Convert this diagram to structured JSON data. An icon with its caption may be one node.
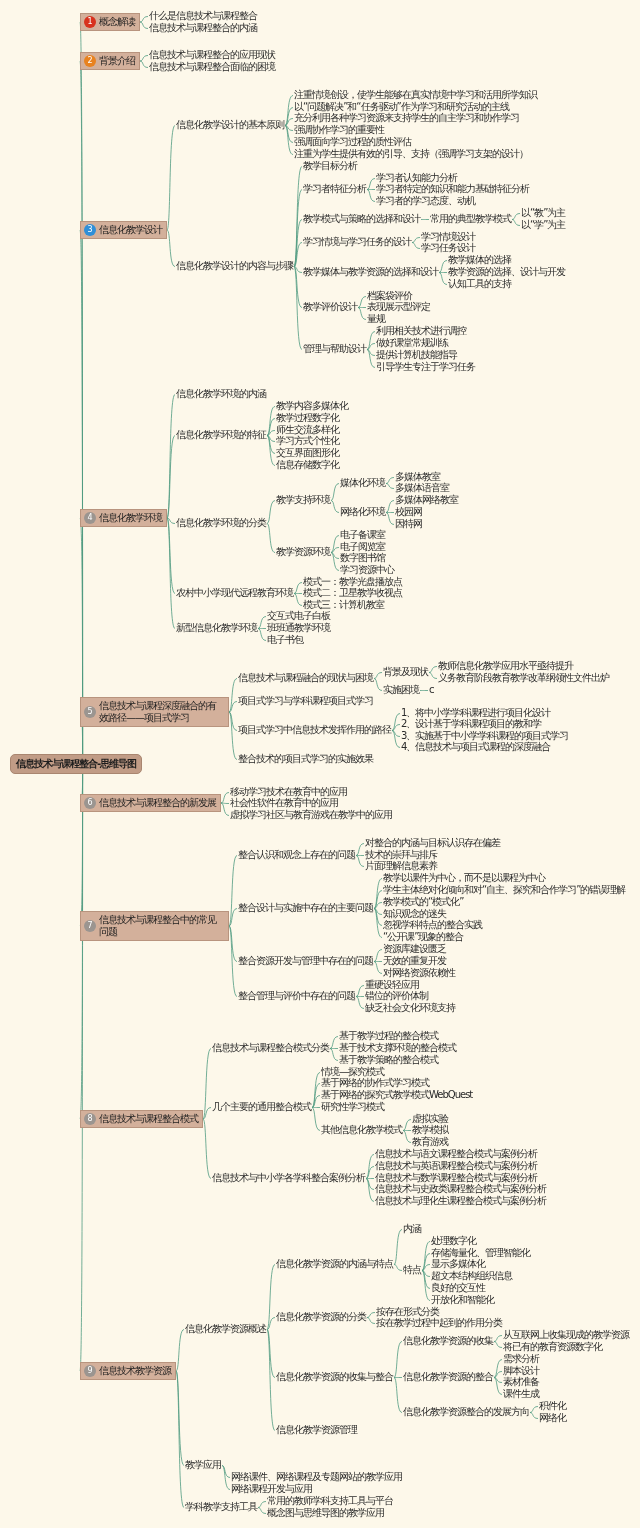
{
  "diagram": {
    "nodes": [
      {
        "text": [
          "信息技术与课程整合-思维导图"
        ]
      },
      {
        "text": [
          "1",
          "概念解读"
        ]
      },
      {
        "text": [
          "什么是信息技术与课程整合"
        ]
      },
      {
        "text": [
          "信息技术与课程整合的内涵"
        ]
      },
      {
        "text": [
          "2",
          "背景介绍"
        ]
      },
      {
        "text": [
          "信息技术与课程整合的应用现状"
        ]
      },
      {
        "text": [
          "信息技术与课程整合面临的困境"
        ]
      },
      {
        "text": [
          "3",
          "信息化教学设计"
        ]
      },
      {
        "text": [
          "信息化教学设计的基本原则"
        ]
      },
      {
        "text": [
          "注重情境创设，使学生能够在真实情境中学习和活用所学知识"
        ]
      },
      {
        "text": [
          "以“问题解决”和“任务驱动”作为学习和研究活动的主线"
        ]
      },
      {
        "text": [
          "充分利用各种学习资源来支持学生的自主学习和协作学习"
        ]
      },
      {
        "text": [
          "强调协作学习的重要性"
        ]
      },
      {
        "text": [
          "强调面向学习过程的质性评估"
        ]
      },
      {
        "text": [
          "注重为学生提供有效的引导、支持（强调学习支架的设计）"
        ]
      },
      {
        "text": [
          "信息化教学设计的内容与步骤"
        ]
      },
      {
        "text": [
          "教学目标分析"
        ]
      },
      {
        "text": [
          "学习者特征分析"
        ]
      },
      {
        "text": [
          "学习者认知能力分析"
        ]
      },
      {
        "text": [
          "学习者特定的知识和能力基础特征分析"
        ]
      },
      {
        "text": [
          "学习者的学习态度、动机"
        ]
      },
      {
        "text": [
          "教学模式与策略的选择和设计"
        ]
      },
      {
        "text": [
          "常用的典型教学模式"
        ]
      },
      {
        "text": [
          "以“教”为主"
        ]
      },
      {
        "text": [
          "以“学”为主"
        ]
      },
      {
        "text": [
          "学习情境与学习任务的设计"
        ]
      },
      {
        "text": [
          "学习情境设计"
        ]
      },
      {
        "text": [
          "学习任务设计"
        ]
      },
      {
        "text": [
          "教学媒体与教学资源的选择和设计"
        ]
      },
      {
        "text": [
          "教学媒体的选择"
        ]
      },
      {
        "text": [
          "教学资源的选择、设计与开发"
        ]
      },
      {
        "text": [
          "认知工具的支持"
        ]
      },
      {
        "text": [
          "教学评价设计"
        ]
      },
      {
        "text": [
          "档案袋评价"
        ]
      },
      {
        "text": [
          "表现展示型评定"
        ]
      },
      {
        "text": [
          "量规"
        ]
      },
      {
        "text": [
          "管理与帮助设计"
        ]
      },
      {
        "text": [
          "利用相关技术进行调控"
        ]
      },
      {
        "text": [
          "做好课堂常规训练"
        ]
      },
      {
        "text": [
          "提供计算机技能指导"
        ]
      },
      {
        "text": [
          "引导学生专注于学习任务"
        ]
      },
      {
        "text": [
          "4",
          "信息化教学环境"
        ]
      },
      {
        "text": [
          "信息化教学环境的内涵"
        ]
      },
      {
        "text": [
          "信息化教学环境的特征"
        ]
      },
      {
        "text": [
          "教学内容多媒体化"
        ]
      },
      {
        "text": [
          "教学过程数字化"
        ]
      },
      {
        "text": [
          "师生交流多样化"
        ]
      },
      {
        "text": [
          "学习方式个性化"
        ]
      },
      {
        "text": [
          "交互界面图形化"
        ]
      },
      {
        "text": [
          "信息存储数字化"
        ]
      },
      {
        "text": [
          "信息化教学环境的分类"
        ]
      },
      {
        "text": [
          "教学支持环境"
        ]
      },
      {
        "text": [
          "媒体化环境"
        ]
      },
      {
        "text": [
          "多媒体教室"
        ]
      },
      {
        "text": [
          "多媒体语音室"
        ]
      },
      {
        "text": [
          "网络化环境"
        ]
      },
      {
        "text": [
          "多媒体网络教室"
        ]
      },
      {
        "text": [
          "校园网"
        ]
      },
      {
        "text": [
          "因特网"
        ]
      },
      {
        "text": [
          "教学资源环境"
        ]
      },
      {
        "text": [
          "电子备课室"
        ]
      },
      {
        "text": [
          "电子阅览室"
        ]
      },
      {
        "text": [
          "数字图书馆"
        ]
      },
      {
        "text": [
          "学习资源中心"
        ]
      },
      {
        "text": [
          "农村中小学现代远程教育环境"
        ]
      },
      {
        "text": [
          "模式一：教学光盘播放点"
        ]
      },
      {
        "text": [
          "模式二：卫星教学收视点"
        ]
      },
      {
        "text": [
          "模式三：计算机教室"
        ]
      },
      {
        "text": [
          "新型信息化教学环境"
        ]
      },
      {
        "text": [
          "交互式电子白板"
        ]
      },
      {
        "text": [
          "班班通教学环境"
        ]
      },
      {
        "text": [
          "电子书包"
        ]
      },
      {
        "text": [
          "5",
          "信息技术与课程深度融合的有效路径——项目式学习"
        ]
      },
      {
        "text": [
          "信息技术与课程融合的现状与困境"
        ]
      },
      {
        "text": [
          "背景及现状"
        ]
      },
      {
        "text": [
          "教师信息化教学应用水平亟待提升"
        ]
      },
      {
        "text": [
          "义务教育阶段教育教学改革纲领性文件出炉"
        ]
      },
      {
        "text": [
          "实施困境"
        ]
      },
      {
        "text": [
          "c"
        ]
      },
      {
        "text": [
          "项目式学习与学科课程项目式学习"
        ]
      },
      {
        "text": [
          "项目式学习中信息技术发挥作用的路径"
        ]
      },
      {
        "text": [
          "1、将中小学学科课程进行项目化设计"
        ]
      },
      {
        "text": [
          "2、设计基于学科课程项目的教和学"
        ]
      },
      {
        "text": [
          "3、实施基于中小学学科课程的项目式学习"
        ]
      },
      {
        "text": [
          "4、信息技术与项目式课程的深度融合"
        ]
      },
      {
        "text": [
          "整合技术的项目式学习的实施效果"
        ]
      },
      {
        "text": [
          "6",
          "信息技术与课程整合的新发展"
        ]
      },
      {
        "text": [
          "移动学习技术在教育中的应用"
        ]
      },
      {
        "text": [
          "社会性软件在教育中的应用"
        ]
      },
      {
        "text": [
          "虚拟学习社区与教育游戏在教学中的应用"
        ]
      },
      {
        "text": [
          "7",
          "信息技术与课程整合中的常见问题"
        ]
      },
      {
        "text": [
          "整合认识和观念上存在的问题"
        ]
      },
      {
        "text": [
          "对整合的内涵与目标认识存在偏差"
        ]
      },
      {
        "text": [
          "技术的崇拜与排斥"
        ]
      },
      {
        "text": [
          "片面理解信息素养"
        ]
      },
      {
        "text": [
          "整合设计与实施中存在的主要问题"
        ]
      },
      {
        "text": [
          "教学以课件为中心，而不是以课程为中心"
        ]
      },
      {
        "text": [
          "学生主体绝对化倾向和对“自主、探究和合作学习”的错误理解"
        ]
      },
      {
        "text": [
          "教学模式的“模式化”"
        ]
      },
      {
        "text": [
          "知识观念的迷失"
        ]
      },
      {
        "text": [
          "忽视学科特点的整合实践"
        ]
      },
      {
        "text": [
          "“公开课”现象的整合"
        ]
      },
      {
        "text": [
          "整合资源开发与管理中存在的问题"
        ]
      },
      {
        "text": [
          "资源库建设匮乏"
        ]
      },
      {
        "text": [
          "无效的重复开发"
        ]
      },
      {
        "text": [
          "对网络资源依赖性"
        ]
      },
      {
        "text": [
          "整合管理与评价中存在的问题"
        ]
      },
      {
        "text": [
          "重硬设轻应用"
        ]
      },
      {
        "text": [
          "错位的评价体制"
        ]
      },
      {
        "text": [
          "缺乏社会文化环境支持"
        ]
      },
      {
        "text": [
          "8",
          "信息技术与课程整合模式"
        ]
      },
      {
        "text": [
          "信息技术与课程整合模式分类"
        ]
      },
      {
        "text": [
          "基于教学过程的整合模式"
        ]
      },
      {
        "text": [
          "基于技术支撑环境的整合模式"
        ]
      },
      {
        "text": [
          "基于教学策略的整合模式"
        ]
      },
      {
        "text": [
          "几个主要的通用整合模式"
        ]
      },
      {
        "text": [
          "情境—探究模式"
        ]
      },
      {
        "text": [
          "基于网络的协作式学习模式"
        ]
      },
      {
        "text": [
          "基于网络的探究式教学模式WebQuest"
        ]
      },
      {
        "text": [
          "研究性学习模式"
        ]
      },
      {
        "text": [
          "其他信息化教学模式"
        ]
      },
      {
        "text": [
          "虚拟实验"
        ]
      },
      {
        "text": [
          "教学模拟"
        ]
      },
      {
        "text": [
          "教育游戏"
        ]
      },
      {
        "text": [
          "信息技术与中小学各学科整合案例分析"
        ]
      },
      {
        "text": [
          "信息技术与语文课程整合模式与案例分析"
        ]
      },
      {
        "text": [
          "信息技术与英语课程整合模式与案例分析"
        ]
      },
      {
        "text": [
          "信息技术与数学课程整合模式与案例分析"
        ]
      },
      {
        "text": [
          "信息技术与史政类课程整合模式与案例分析"
        ]
      },
      {
        "text": [
          "信息技术与理化生课程整合模式与案例分析"
        ]
      },
      {
        "text": [
          "9",
          "信息技术教学资源"
        ]
      },
      {
        "text": [
          "信息化教学资源概述"
        ]
      },
      {
        "text": [
          "信息化教学资源的内涵与特点"
        ]
      },
      {
        "text": [
          "内涵"
        ]
      },
      {
        "text": [
          "特点"
        ]
      },
      {
        "text": [
          "处理数字化"
        ]
      },
      {
        "text": [
          "存储海量化、管理智能化"
        ]
      },
      {
        "text": [
          "显示多媒体化"
        ]
      },
      {
        "text": [
          "超文本结构组织信息"
        ]
      },
      {
        "text": [
          "良好的交互性"
        ]
      },
      {
        "text": [
          "开放化和智能化"
        ]
      },
      {
        "text": [
          "信息化教学资源的分类"
        ]
      },
      {
        "text": [
          "按存在形式分类"
        ]
      },
      {
        "text": [
          "按在教学过程中起到的作用分类"
        ]
      },
      {
        "text": [
          "信息化教学资源的收集与整合"
        ]
      },
      {
        "text": [
          "信息化教学资源的收集"
        ]
      },
      {
        "text": [
          "从互联网上收集现成的教学资源"
        ]
      },
      {
        "text": [
          "将已有的教育资源数字化"
        ]
      },
      {
        "text": [
          "信息化教学资源的整合"
        ]
      },
      {
        "text": [
          "需求分析"
        ]
      },
      {
        "text": [
          "脚本设计"
        ]
      },
      {
        "text": [
          "素材准备"
        ]
      },
      {
        "text": [
          "课件生成"
        ]
      },
      {
        "text": [
          "信息化教学资源整合的发展方向"
        ]
      },
      {
        "text": [
          "积件化"
        ]
      },
      {
        "text": [
          "网络化"
        ]
      },
      {
        "text": [
          "信息化教学资源管理"
        ]
      },
      {
        "text": [
          "教学应用"
        ]
      },
      {
        "text": [
          "网络课件、网络课程及专题网站的教学应用"
        ]
      },
      {
        "text": [
          "网络课程开发与应用"
        ]
      },
      {
        "text": [
          "学科教学支持工具"
        ]
      },
      {
        "text": [
          "常用的教师学科支持工具与平台"
        ]
      },
      {
        "text": [
          "概念图与思维导图的教学应用"
        ]
      }
    ],
    "edges": [
      {
        "from": 0,
        "to": 1,
        "arrow": "none"
      },
      {
        "from": 0,
        "to": 4,
        "arrow": "none"
      },
      {
        "from": 0,
        "to": 7,
        "arrow": "none"
      },
      {
        "from": 0,
        "to": 41,
        "arrow": "none"
      },
      {
        "from": 0,
        "to": 72,
        "arrow": "none"
      },
      {
        "from": 0,
        "to": 86,
        "arrow": "none"
      },
      {
        "from": 0,
        "to": 90,
        "arrow": "none"
      },
      {
        "from": 0,
        "to": 110,
        "arrow": "none"
      },
      {
        "from": 0,
        "to": 130,
        "arrow": "none"
      },
      {
        "from": 1,
        "to": 2,
        "arrow": "none"
      },
      {
        "from": 1,
        "to": 3,
        "arrow": "none"
      },
      {
        "from": 4,
        "to": 5,
        "arrow": "none"
      },
      {
        "from": 4,
        "to": 6,
        "arrow": "none"
      },
      {
        "from": 7,
        "to": 8,
        "arrow": "none"
      },
      {
        "from": 7,
        "to": 15,
        "arrow": "none"
      },
      {
        "from": 8,
        "to": 9,
        "arrow": "none"
      },
      {
        "from": 8,
        "to": 10,
        "arrow": "none"
      },
      {
        "from": 8,
        "to": 11,
        "arrow": "none"
      },
      {
        "from": 8,
        "to": 12,
        "arrow": "none"
      },
      {
        "from": 8,
        "to": 13,
        "arrow": "none"
      },
      {
        "from": 8,
        "to": 14,
        "arrow": "none"
      },
      {
        "from": 15,
        "to": 16,
        "arrow": "none"
      },
      {
        "from": 15,
        "to": 17,
        "arrow": "none"
      },
      {
        "from": 15,
        "to": 21,
        "arrow": "none"
      },
      {
        "from": 15,
        "to": 25,
        "arrow": "none"
      },
      {
        "from": 15,
        "to": 28,
        "arrow": "none"
      },
      {
        "from": 15,
        "to": 32,
        "arrow": "none"
      },
      {
        "from": 15,
        "to": 36,
        "arrow": "none"
      },
      {
        "from": 17,
        "to": 18,
        "arrow": "none"
      },
      {
        "from": 17,
        "to": 19,
        "arrow": "none"
      },
      {
        "from": 17,
        "to": 20,
        "arrow": "none"
      },
      {
        "from": 21,
        "to": 22,
        "arrow": "none"
      },
      {
        "from": 22,
        "to": 23,
        "arrow": "none"
      },
      {
        "from": 22,
        "to": 24,
        "arrow": "none"
      },
      {
        "from": 25,
        "to": 26,
        "arrow": "none"
      },
      {
        "from": 25,
        "to": 27,
        "arrow": "none"
      },
      {
        "from": 28,
        "to": 29,
        "arrow": "none"
      },
      {
        "from": 28,
        "to": 30,
        "arrow": "none"
      },
      {
        "from": 28,
        "to": 31,
        "arrow": "none"
      },
      {
        "from": 32,
        "to": 33,
        "arrow": "none"
      },
      {
        "from": 32,
        "to": 34,
        "arrow": "none"
      },
      {
        "from": 32,
        "to": 35,
        "arrow": "none"
      },
      {
        "from": 36,
        "to": 37,
        "arrow": "none"
      },
      {
        "from": 36,
        "to": 38,
        "arrow": "none"
      },
      {
        "from": 36,
        "to": 39,
        "arrow": "none"
      },
      {
        "from": 36,
        "to": 40,
        "arrow": "none"
      },
      {
        "from": 41,
        "to": 42,
        "arrow": "none"
      },
      {
        "from": 41,
        "to": 43,
        "arrow": "none"
      },
      {
        "from": 41,
        "to": 50,
        "arrow": "none"
      },
      {
        "from": 41,
        "to": 64,
        "arrow": "none"
      },
      {
        "from": 41,
        "to": 68,
        "arrow": "none"
      },
      {
        "from": 43,
        "to": 44,
        "arrow": "none"
      },
      {
        "from": 43,
        "to": 45,
        "arrow": "none"
      },
      {
        "from": 43,
        "to": 46,
        "arrow": "none"
      },
      {
        "from": 43,
        "to": 47,
        "arrow": "none"
      },
      {
        "from": 43,
        "to": 48,
        "arrow": "none"
      },
      {
        "from": 43,
        "to": 49,
        "arrow": "none"
      },
      {
        "from": 50,
        "to": 51,
        "arrow": "none"
      },
      {
        "from": 50,
        "to": 59,
        "arrow": "none"
      },
      {
        "from": 51,
        "to": 52,
        "arrow": "none"
      },
      {
        "from": 51,
        "to": 55,
        "arrow": "none"
      },
      {
        "from": 52,
        "to": 53,
        "arrow": "none"
      },
      {
        "from": 52,
        "to": 54,
        "arrow": "none"
      },
      {
        "from": 55,
        "to": 56,
        "arrow": "none"
      },
      {
        "from": 55,
        "to": 57,
        "arrow": "none"
      },
      {
        "from": 55,
        "to": 58,
        "arrow": "none"
      },
      {
        "from": 59,
        "to": 60,
        "arrow": "none"
      },
      {
        "from": 59,
        "to": 61,
        "arrow": "none"
      },
      {
        "from": 59,
        "to": 62,
        "arrow": "none"
      },
      {
        "from": 59,
        "to": 63,
        "arrow": "none"
      },
      {
        "from": 64,
        "to": 65,
        "arrow": "none"
      },
      {
        "from": 64,
        "to": 66,
        "arrow": "none"
      },
      {
        "from": 64,
        "to": 67,
        "arrow": "none"
      },
      {
        "from": 68,
        "to": 69,
        "arrow": "none"
      },
      {
        "from": 68,
        "to": 70,
        "arrow": "none"
      },
      {
        "from": 68,
        "to": 71,
        "arrow": "none"
      },
      {
        "from": 72,
        "to": 73,
        "arrow": "none"
      },
      {
        "from": 72,
        "to": 79,
        "arrow": "none"
      },
      {
        "from": 72,
        "to": 80,
        "arrow": "none"
      },
      {
        "from": 72,
        "to": 85,
        "arrow": "none"
      },
      {
        "from": 73,
        "to": 74,
        "arrow": "none"
      },
      {
        "from": 73,
        "to": 77,
        "arrow": "none"
      },
      {
        "from": 74,
        "to": 75,
        "arrow": "none"
      },
      {
        "from": 74,
        "to": 76,
        "arrow": "none"
      },
      {
        "from": 77,
        "to": 78,
        "arrow": "none"
      },
      {
        "from": 80,
        "to": 81,
        "arrow": "none"
      },
      {
        "from": 80,
        "to": 82,
        "arrow": "none"
      },
      {
        "from": 80,
        "to": 83,
        "arrow": "none"
      },
      {
        "from": 80,
        "to": 84,
        "arrow": "none"
      },
      {
        "from": 86,
        "to": 87,
        "arrow": "none"
      },
      {
        "from": 86,
        "to": 88,
        "arrow": "none"
      },
      {
        "from": 86,
        "to": 89,
        "arrow": "none"
      },
      {
        "from": 90,
        "to": 91,
        "arrow": "none"
      },
      {
        "from": 90,
        "to": 95,
        "arrow": "none"
      },
      {
        "from": 90,
        "to": 102,
        "arrow": "none"
      },
      {
        "from": 90,
        "to": 106,
        "arrow": "none"
      },
      {
        "from": 91,
        "to": 92,
        "arrow": "none"
      },
      {
        "from": 91,
        "to": 93,
        "arrow": "none"
      },
      {
        "from": 91,
        "to": 94,
        "arrow": "none"
      },
      {
        "from": 95,
        "to": 96,
        "arrow": "none"
      },
      {
        "from": 95,
        "to": 97,
        "arrow": "none"
      },
      {
        "from": 95,
        "to": 98,
        "arrow": "none"
      },
      {
        "from": 95,
        "to": 99,
        "arrow": "none"
      },
      {
        "from": 95,
        "to": 100,
        "arrow": "none"
      },
      {
        "from": 95,
        "to": 101,
        "arrow": "none"
      },
      {
        "from": 102,
        "to": 103,
        "arrow": "none"
      },
      {
        "from": 102,
        "to": 104,
        "arrow": "none"
      },
      {
        "from": 102,
        "to": 105,
        "arrow": "none"
      },
      {
        "from": 106,
        "to": 107,
        "arrow": "none"
      },
      {
        "from": 106,
        "to": 108,
        "arrow": "none"
      },
      {
        "from": 106,
        "to": 109,
        "arrow": "none"
      },
      {
        "from": 110,
        "to": 111,
        "arrow": "none"
      },
      {
        "from": 110,
        "to": 115,
        "arrow": "none"
      },
      {
        "from": 110,
        "to": 124,
        "arrow": "none"
      },
      {
        "from": 111,
        "to": 112,
        "arrow": "none"
      },
      {
        "from": 111,
        "to": 113,
        "arrow": "none"
      },
      {
        "from": 111,
        "to": 114,
        "arrow": "none"
      },
      {
        "from": 115,
        "to": 116,
        "arrow": "none"
      },
      {
        "from": 115,
        "to": 117,
        "arrow": "none"
      },
      {
        "from": 115,
        "to": 118,
        "arrow": "none"
      },
      {
        "from": 115,
        "to": 119,
        "arrow": "none"
      },
      {
        "from": 115,
        "to": 120,
        "arrow": "none"
      },
      {
        "from": 120,
        "to": 121,
        "arrow": "none"
      },
      {
        "from": 120,
        "to": 122,
        "arrow": "none"
      },
      {
        "from": 120,
        "to": 123,
        "arrow": "none"
      },
      {
        "from": 124,
        "to": 125,
        "arrow": "none"
      },
      {
        "from": 124,
        "to": 126,
        "arrow": "none"
      },
      {
        "from": 124,
        "to": 127,
        "arrow": "none"
      },
      {
        "from": 124,
        "to": 128,
        "arrow": "none"
      },
      {
        "from": 124,
        "to": 129,
        "arrow": "none"
      },
      {
        "from": 130,
        "to": 131,
        "arrow": "none"
      },
      {
        "from": 130,
        "to": 157,
        "arrow": "none"
      },
      {
        "from": 130,
        "to": 160,
        "arrow": "none"
      },
      {
        "from": 131,
        "to": 132,
        "arrow": "none"
      },
      {
        "from": 131,
        "to": 141,
        "arrow": "none"
      },
      {
        "from": 131,
        "to": 144,
        "arrow": "none"
      },
      {
        "from": 131,
        "to": 156,
        "arrow": "none"
      },
      {
        "from": 132,
        "to": 133,
        "arrow": "none"
      },
      {
        "from": 132,
        "to": 134,
        "arrow": "none"
      },
      {
        "from": 134,
        "to": 135,
        "arrow": "none"
      },
      {
        "from": 134,
        "to": 136,
        "arrow": "none"
      },
      {
        "from": 134,
        "to": 137,
        "arrow": "none"
      },
      {
        "from": 134,
        "to": 138,
        "arrow": "none"
      },
      {
        "from": 134,
        "to": 139,
        "arrow": "none"
      },
      {
        "from": 134,
        "to": 140,
        "arrow": "none"
      },
      {
        "from": 141,
        "to": 142,
        "arrow": "none"
      },
      {
        "from": 141,
        "to": 143,
        "arrow": "none"
      },
      {
        "from": 144,
        "to": 145,
        "arrow": "none"
      },
      {
        "from": 144,
        "to": 148,
        "arrow": "none"
      },
      {
        "from": 144,
        "to": 153,
        "arrow": "none"
      },
      {
        "from": 145,
        "to": 146,
        "arrow": "none"
      },
      {
        "from": 145,
        "to": 147,
        "arrow": "none"
      },
      {
        "from": 148,
        "to": 149,
        "arrow": "none"
      },
      {
        "from": 148,
        "to": 150,
        "arrow": "none"
      },
      {
        "from": 148,
        "to": 151,
        "arrow": "none"
      },
      {
        "from": 148,
        "to": 152,
        "arrow": "none"
      },
      {
        "from": 153,
        "to": 154,
        "arrow": "none"
      },
      {
        "from": 153,
        "to": 155,
        "arrow": "none"
      },
      {
        "from": 157,
        "to": 158,
        "arrow": "none"
      },
      {
        "from": 157,
        "to": 159,
        "arrow": "none"
      },
      {
        "from": 160,
        "to": 161,
        "arrow": "none"
      },
      {
        "from": 160,
        "to": 162,
        "arrow": "none"
      }
    ]
  }
}
